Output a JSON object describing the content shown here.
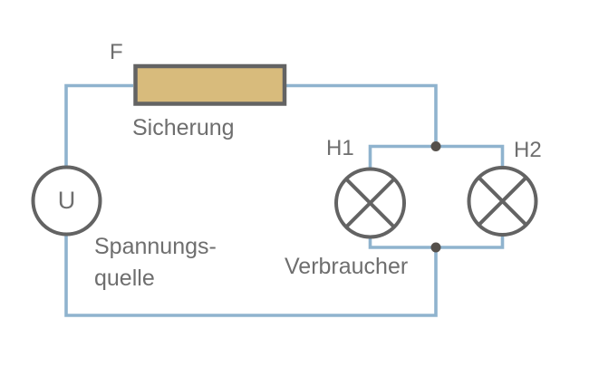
{
  "diagram": {
    "type": "electrical-circuit",
    "labels": {
      "fuse_ref": "F",
      "fuse_name": "Sicherung",
      "source_symbol": "U",
      "source_name_line1": "Spannungs-",
      "source_name_line2": "quelle",
      "lamp1_ref": "H1",
      "lamp2_ref": "H2",
      "load_name": "Verbraucher"
    },
    "components": [
      {
        "id": "F",
        "kind": "fuse",
        "label": "Sicherung"
      },
      {
        "id": "U",
        "kind": "voltage-source",
        "label": "Spannungsquelle"
      },
      {
        "id": "H1",
        "kind": "lamp",
        "label": "Verbraucher"
      },
      {
        "id": "H2",
        "kind": "lamp",
        "label": "Verbraucher"
      }
    ],
    "topology": "U in series with fuse F; lamps H1 and H2 in parallel as load"
  },
  "colors": {
    "wire": "#8fb3ce",
    "fuse_fill": "#d8bb7c",
    "component_stroke": "#636363",
    "junction": "#55504b",
    "text": "#6e6e6e",
    "background": "#ffffff"
  }
}
